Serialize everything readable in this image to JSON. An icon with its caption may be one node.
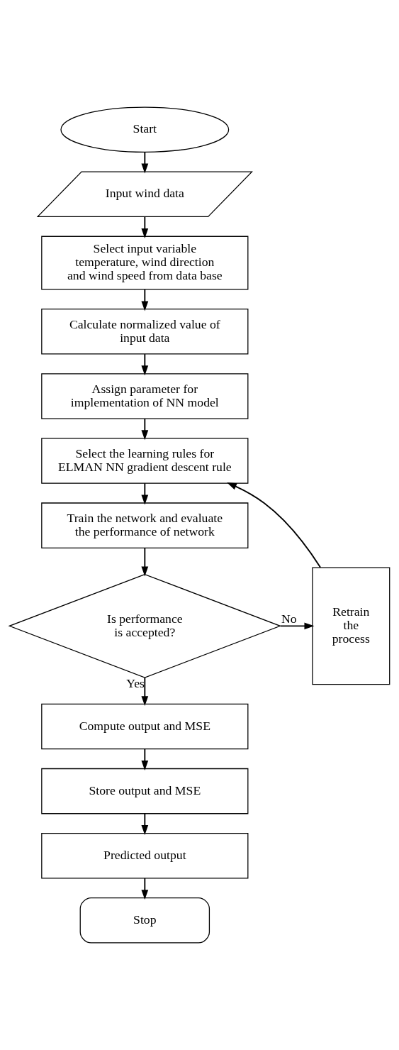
{
  "diagram": {
    "nodes": [
      {
        "text": [
          "Start"
        ]
      },
      {
        "text": [
          "Input wind data"
        ]
      },
      {
        "text": [
          "Select input variable temperature, wind direction and wind speed from data base"
        ]
      },
      {
        "text": [
          "Calculate normalized value of input data"
        ]
      },
      {
        "text": [
          "Assign parameter for implementation of NN model"
        ]
      },
      {
        "text": [
          "Select the learning rules for ELMAN NN gradient descent rule"
        ]
      },
      {
        "text": [
          "Train the network and evaluate the performance of network"
        ]
      },
      {
        "text": [
          "Is performance is accepted?"
        ]
      },
      {
        "text": [
          "Retrain the process"
        ]
      },
      {
        "text": [
          "Compute output and MSE"
        ]
      },
      {
        "text": [
          "Store output and MSE"
        ]
      },
      {
        "text": [
          "Predicted output"
        ]
      },
      {
        "text": [
          "Stop"
        ]
      }
    ],
    "edges": [
      {
        "from": 0,
        "to": 1,
        "arrow": "to"
      },
      {
        "from": 1,
        "to": 2,
        "arrow": "to"
      },
      {
        "from": 2,
        "to": 3,
        "arrow": "to"
      },
      {
        "from": 3,
        "to": 4,
        "arrow": "to"
      },
      {
        "from": 4,
        "to": 5,
        "arrow": "to"
      },
      {
        "from": 5,
        "to": 6,
        "arrow": "to"
      },
      {
        "from": 6,
        "to": 7,
        "arrow": "to"
      },
      {
        "from": 7,
        "to": 8,
        "arrow": "to",
        "label": "No"
      },
      {
        "from": 8,
        "to": 5,
        "arrow": "to"
      },
      {
        "from": 7,
        "to": 9,
        "arrow": "to",
        "label": "Yes"
      },
      {
        "from": 9,
        "to": 10,
        "arrow": "to"
      },
      {
        "from": 10,
        "to": 11,
        "arrow": "to"
      },
      {
        "from": 11,
        "to": 12,
        "arrow": "to"
      }
    ]
  }
}
